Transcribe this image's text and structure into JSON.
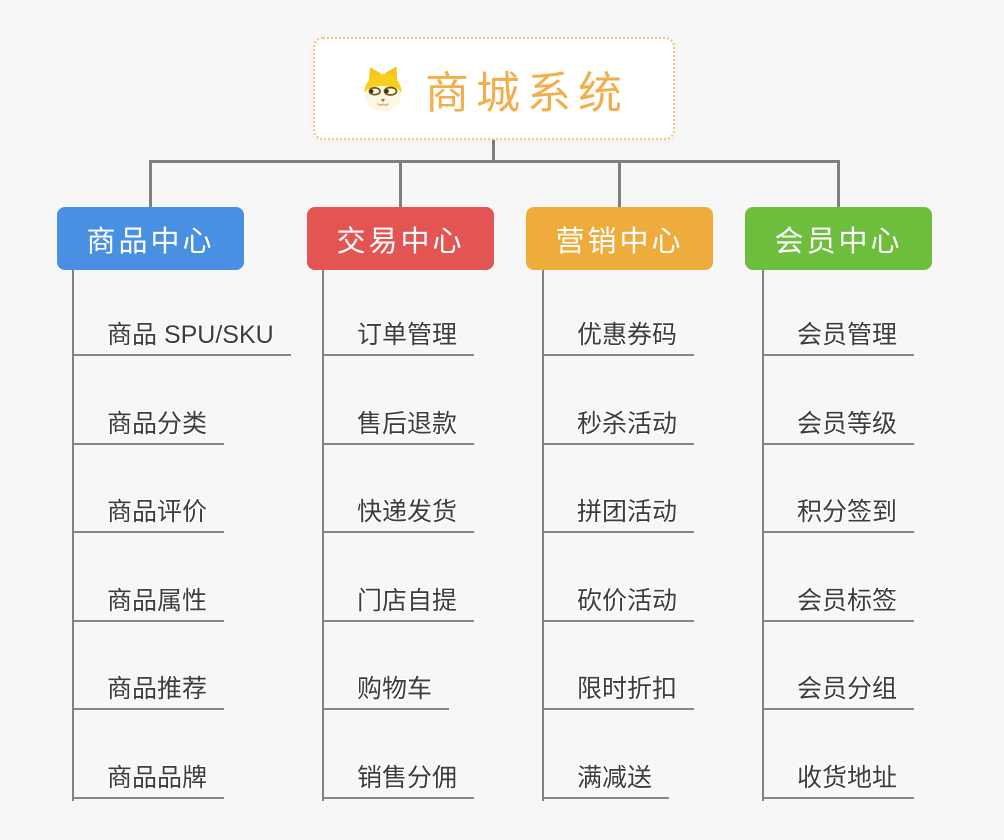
{
  "root": {
    "label": "商城系统",
    "icon": "dog-face-icon"
  },
  "branches": [
    {
      "label": "商品中心",
      "color": "#4A90E2",
      "children": [
        "商品 SPU/SKU",
        "商品分类",
        "商品评价",
        "商品属性",
        "商品推荐",
        "商品品牌"
      ]
    },
    {
      "label": "交易中心",
      "color": "#E25552",
      "children": [
        "订单管理",
        "售后退款",
        "快递发货",
        "门店自提",
        "购物车",
        "销售分佣"
      ]
    },
    {
      "label": "营销中心",
      "color": "#EEAC3D",
      "children": [
        "优惠券码",
        "秒杀活动",
        "拼团活动",
        "砍价活动",
        "限时折扣",
        "满减送"
      ]
    },
    {
      "label": "会员中心",
      "color": "#6EBE3E",
      "children": [
        "会员管理",
        "会员等级",
        "积分签到",
        "会员标签",
        "会员分组",
        "收货地址"
      ]
    }
  ],
  "colors": {
    "background": "#F7F7F7",
    "connector": "#7F7F7F",
    "underline": "#868686",
    "root_text": "#F2AE4A",
    "root_border": "#F3C47C",
    "branch_text": "#FFFFFF",
    "child_text": "#3D3D3D"
  }
}
